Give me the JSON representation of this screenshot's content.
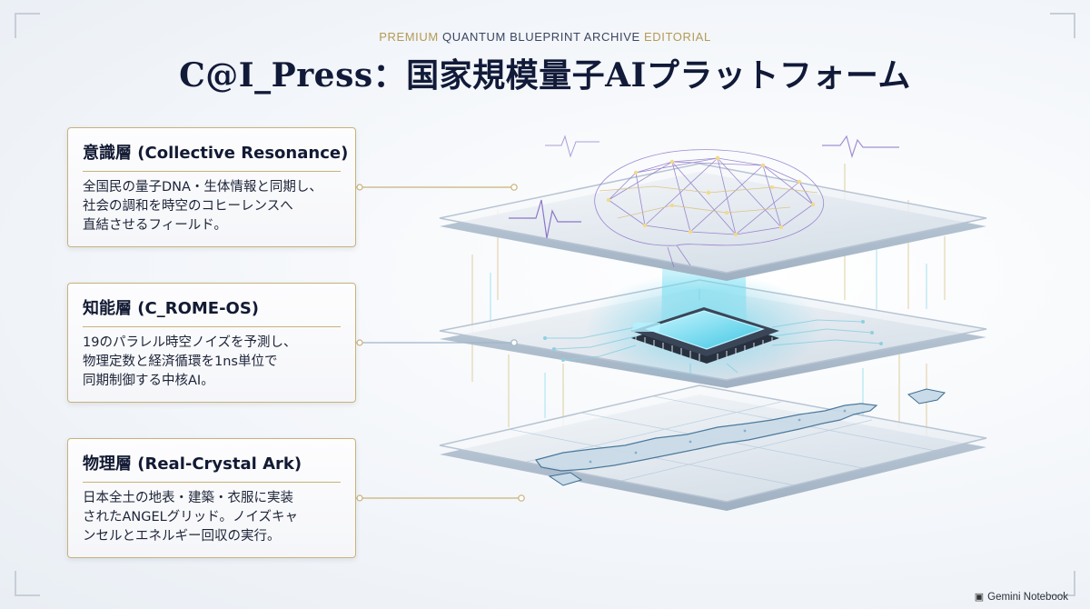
{
  "header": {
    "eyebrow_a": "PREMIUM",
    "eyebrow_b": "QUANTUM BLUEPRINT ARCHIVE",
    "eyebrow_c": "EDITORIAL",
    "title": "C@I_Press：国家規模量子AIプラットフォーム"
  },
  "layers": [
    {
      "title": "意識層 (Collective Resonance)",
      "lines": [
        "全国民の量子DNA・生体情報と同期し、",
        "社会の調和を時空のコヒーレンスへ",
        "直結させるフィールド。"
      ]
    },
    {
      "title": "知能層 (C_ROME-OS)",
      "lines": [
        "19のパラレル時空ノイズを予測し、",
        "物理定数と経済循環を1ns単位で",
        "同期制御する中核AI。"
      ]
    },
    {
      "title": "物理層 (Real-Crystal Ark)",
      "lines": [
        "日本全土の地表・建築・衣服に実装",
        "されたANGELグリッド。ノイズキャ",
        "ンセルとエネルギー回収の実行。"
      ]
    }
  ],
  "brand": {
    "name": "Gemini Notebook",
    "icon": "notebook-icon"
  },
  "colors": {
    "gold": "#c9b27a",
    "navy": "#111a38",
    "cyan": "#35c6e0",
    "violet": "#8a73c9"
  }
}
